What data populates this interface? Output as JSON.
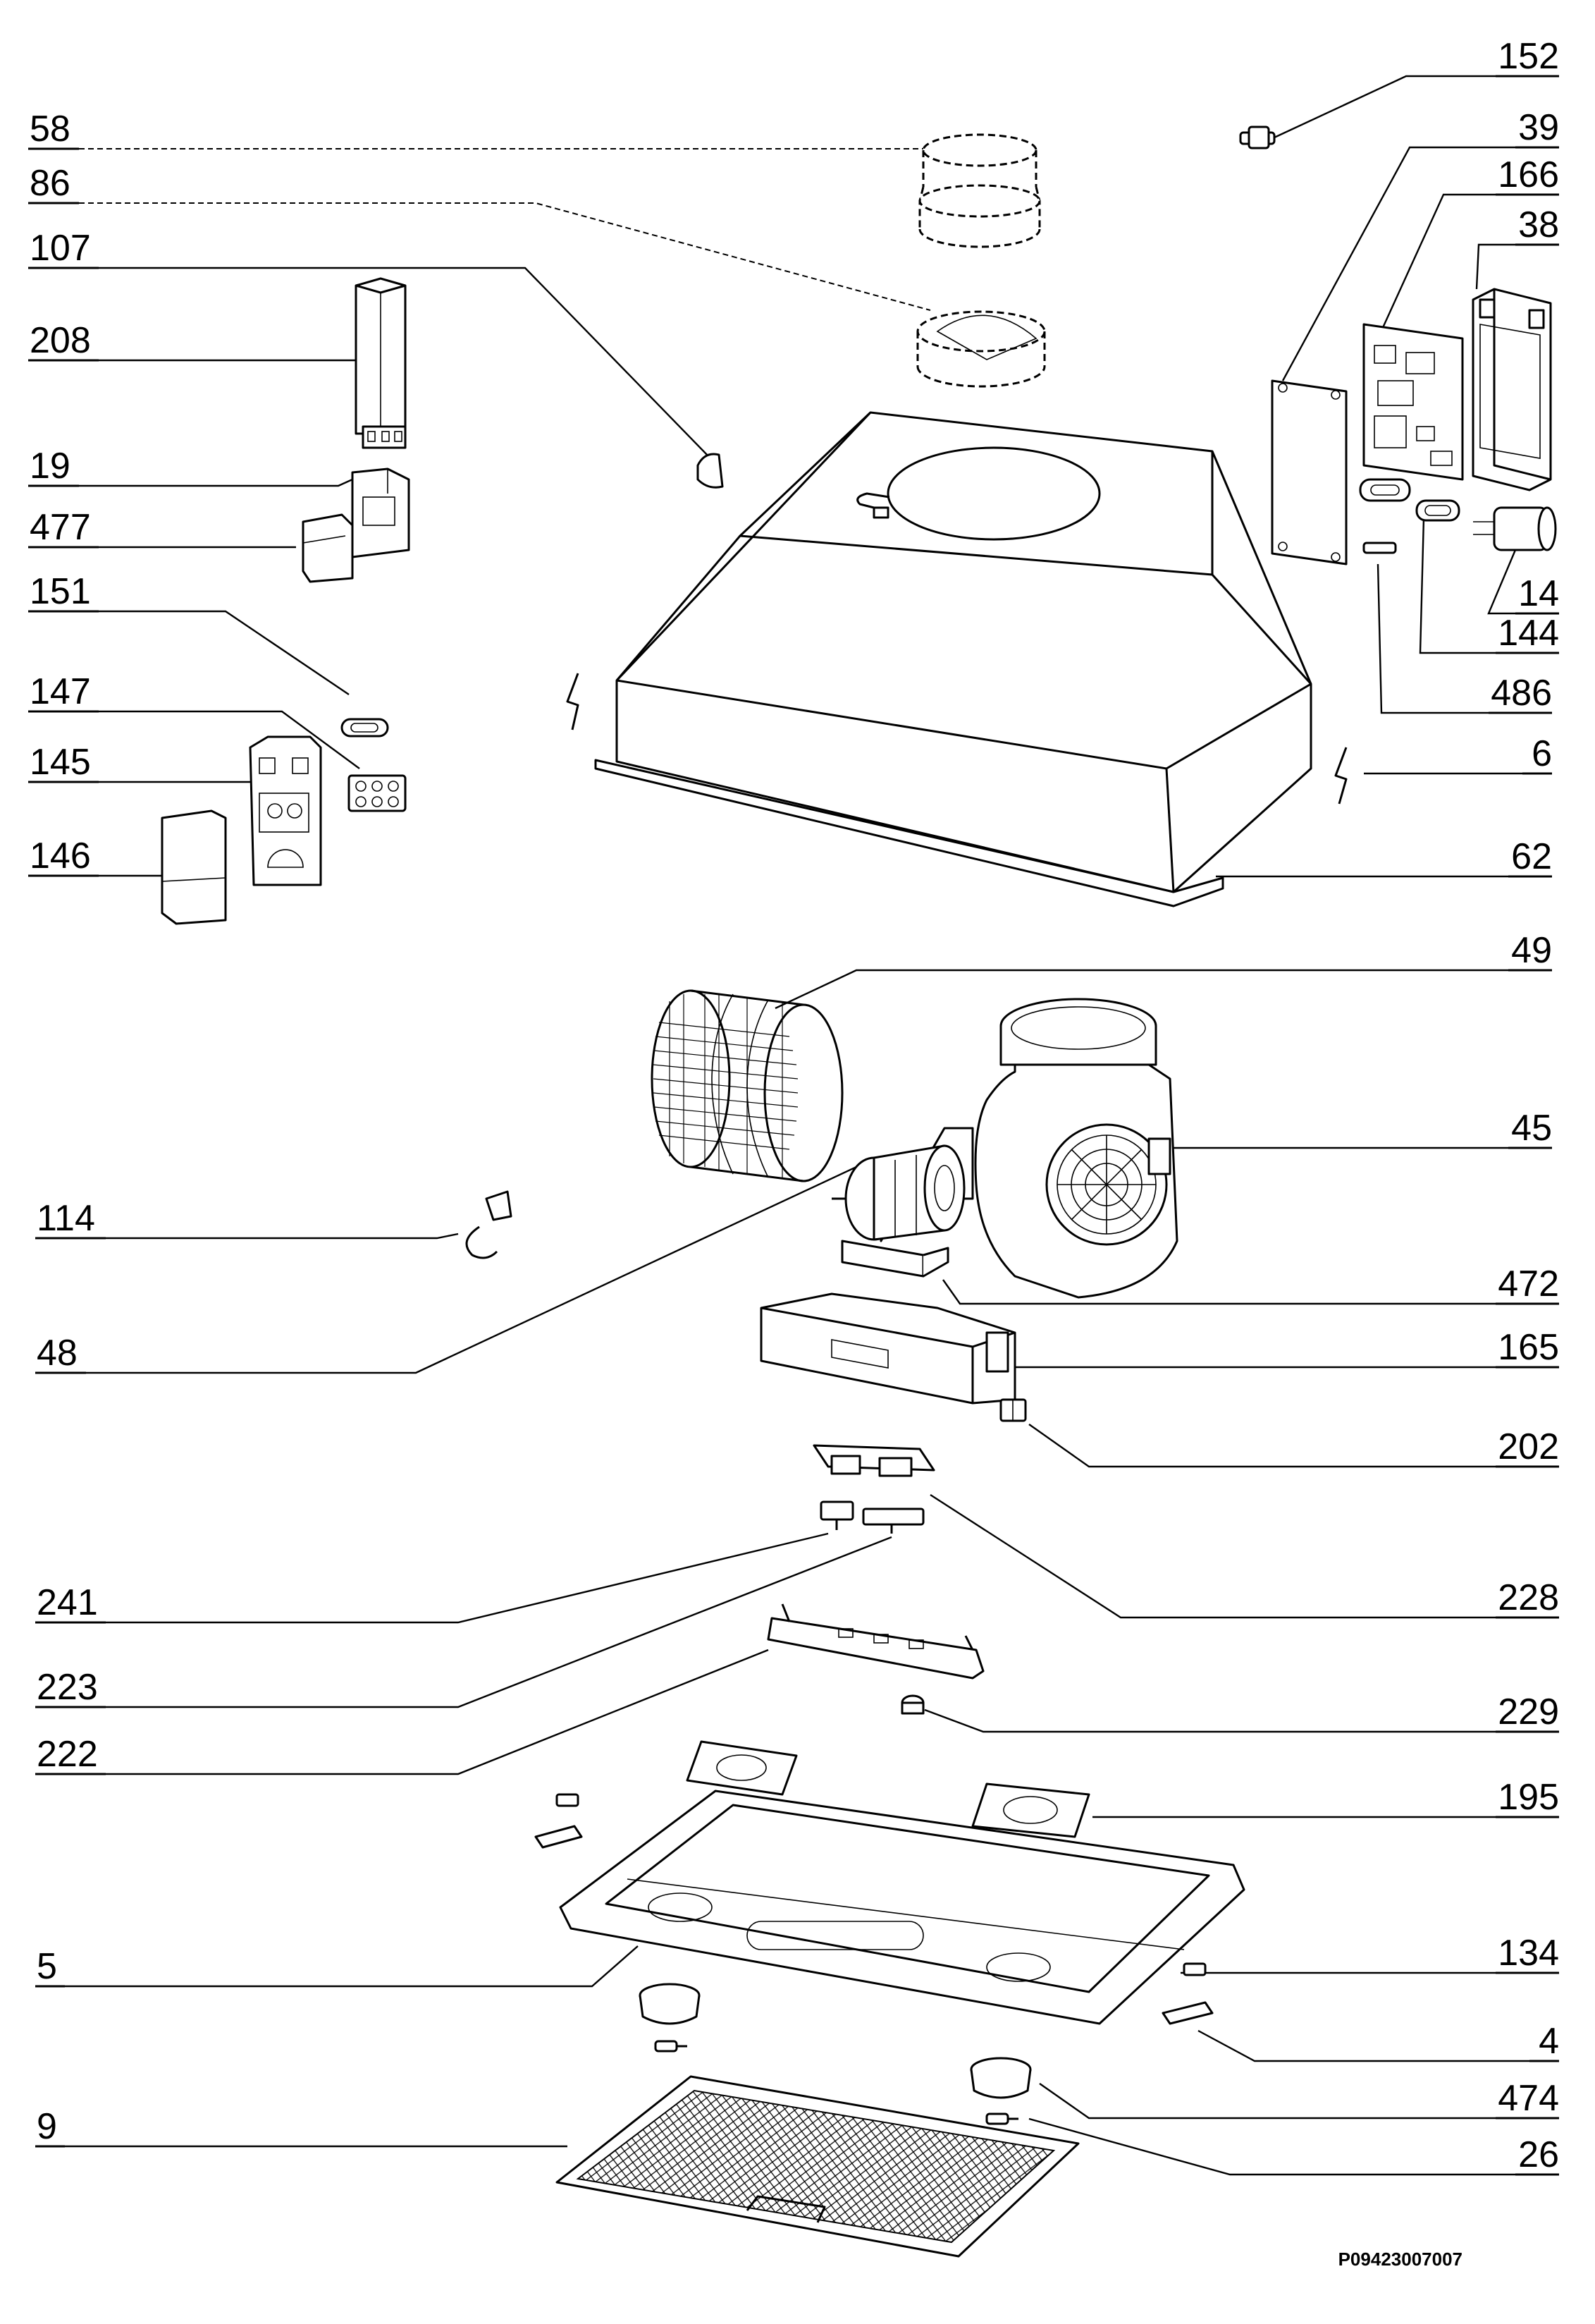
{
  "diagram": {
    "drawing_code": "P09423007007",
    "callouts": [
      {
        "id": "c152",
        "label": "152"
      },
      {
        "id": "c58",
        "label": "58"
      },
      {
        "id": "c39",
        "label": "39"
      },
      {
        "id": "c86",
        "label": "86"
      },
      {
        "id": "c166",
        "label": "166"
      },
      {
        "id": "c38",
        "label": "38"
      },
      {
        "id": "c107",
        "label": "107"
      },
      {
        "id": "c208",
        "label": "208"
      },
      {
        "id": "c19",
        "label": "19"
      },
      {
        "id": "c477",
        "label": "477"
      },
      {
        "id": "c151",
        "label": "151"
      },
      {
        "id": "c14",
        "label": "14"
      },
      {
        "id": "c144",
        "label": "144"
      },
      {
        "id": "c147",
        "label": "147"
      },
      {
        "id": "c486",
        "label": "486"
      },
      {
        "id": "c145",
        "label": "145"
      },
      {
        "id": "c6",
        "label": "6"
      },
      {
        "id": "c146",
        "label": "146"
      },
      {
        "id": "c62",
        "label": "62"
      },
      {
        "id": "c49",
        "label": "49"
      },
      {
        "id": "c45",
        "label": "45"
      },
      {
        "id": "c114",
        "label": "114"
      },
      {
        "id": "c472",
        "label": "472"
      },
      {
        "id": "c48",
        "label": "48"
      },
      {
        "id": "c165",
        "label": "165"
      },
      {
        "id": "c202",
        "label": "202"
      },
      {
        "id": "c241",
        "label": "241"
      },
      {
        "id": "c228",
        "label": "228"
      },
      {
        "id": "c223",
        "label": "223"
      },
      {
        "id": "c229",
        "label": "229"
      },
      {
        "id": "c222",
        "label": "222"
      },
      {
        "id": "c195",
        "label": "195"
      },
      {
        "id": "c5",
        "label": "5"
      },
      {
        "id": "c134",
        "label": "134"
      },
      {
        "id": "c4",
        "label": "4"
      },
      {
        "id": "c474",
        "label": "474"
      },
      {
        "id": "c9",
        "label": "9"
      },
      {
        "id": "c26",
        "label": "26"
      }
    ]
  }
}
